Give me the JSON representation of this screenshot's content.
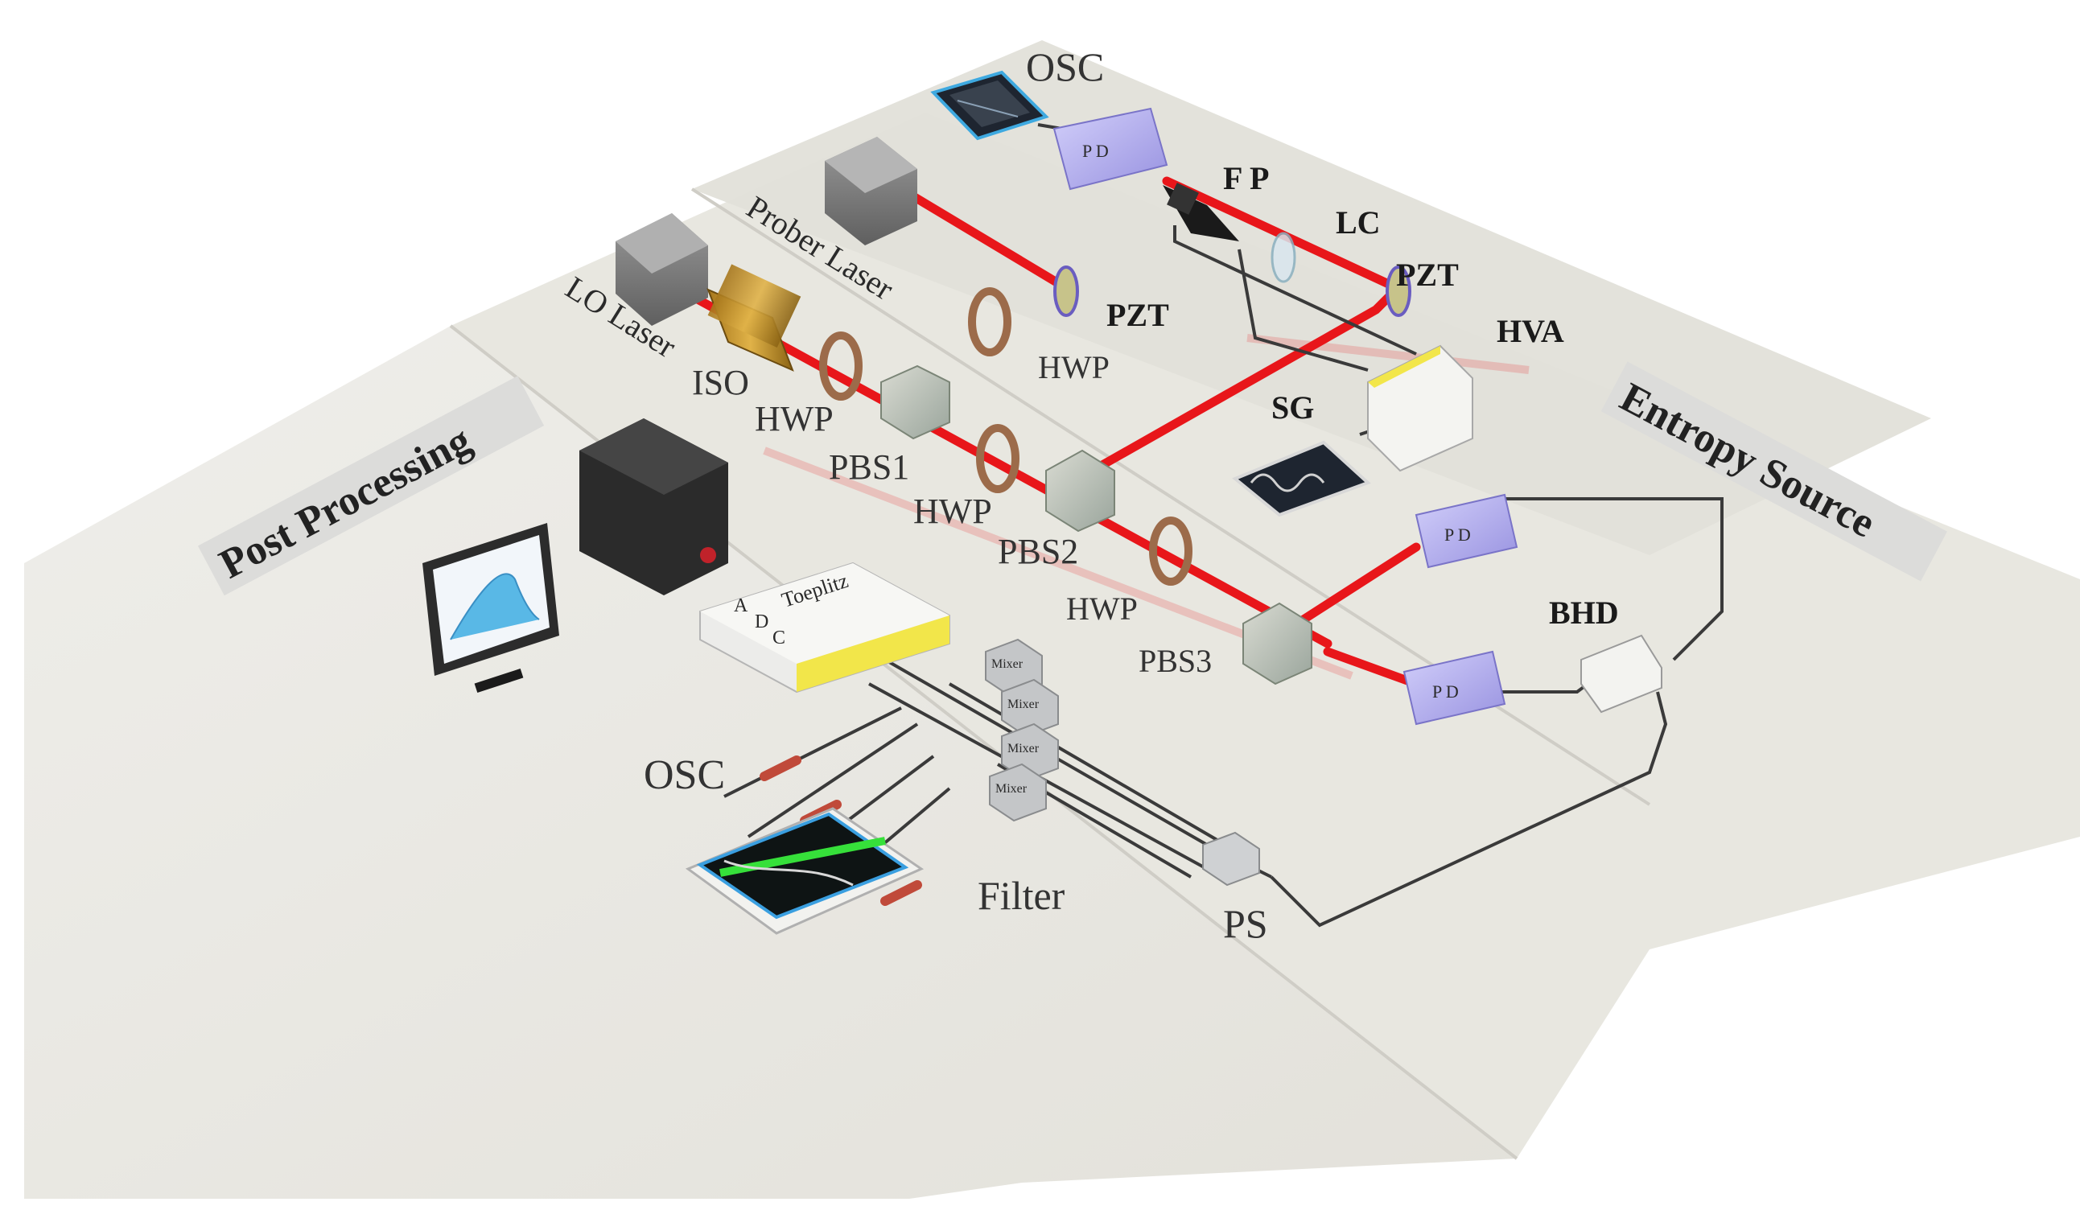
{
  "diagram": {
    "sections": {
      "post_processing": "Post Processing",
      "entropy_source": "Entropy Source"
    },
    "labels": {
      "osc_top": "OSC",
      "osc_bottom": "OSC",
      "prober_laser": "Prober Laser",
      "lo_laser": "LO Laser",
      "iso": "ISO",
      "hwp1": "HWP",
      "hwp2": "HWP",
      "hwp3": "HWP",
      "hwp4": "HWP",
      "pbs1": "PBS1",
      "pbs2": "PBS2",
      "pbs3": "PBS3",
      "pzt1": "PZT",
      "pzt2": "PZT",
      "fp": "F P",
      "lc": "LC",
      "hva": "HVA",
      "sg": "SG",
      "bhd": "BHD",
      "pd": "P D",
      "filter": "Filter",
      "ps": "PS",
      "mixer": "Mixer",
      "toeplitz": "Toeplitz",
      "ports": [
        "A",
        "D",
        "C"
      ]
    },
    "colors": {
      "laser_beam": "#e8161a",
      "table": "#e9e7e1",
      "pd_box": "#b7b3ee",
      "accent_yellow": "#f2e64a",
      "cable": "#3a3a3a",
      "scope_trace": "#36e03a"
    }
  }
}
